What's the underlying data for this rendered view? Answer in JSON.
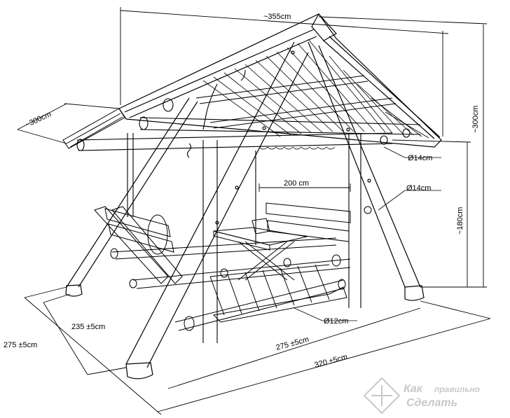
{
  "dimensions": {
    "roof_width": "~355cm",
    "roof_depth": "~300cm",
    "total_height": "~300cm",
    "post_height": "~180cm",
    "beam_diameter_top": "Ø14cm",
    "beam_diameter_leg": "Ø14cm",
    "seat_span": "200 cm",
    "floor_log_diameter": "Ø12cm",
    "base_depth_outer": "275 ±5cm",
    "base_depth_inner": "235 ±5cm",
    "base_length_inner": "275 ±5cm",
    "base_length_outer": "320 ±5cm"
  },
  "watermark": {
    "line1_a": "Как",
    "line1_b": "правильно",
    "line2": "Сделать"
  },
  "colors": {
    "line": "#000000",
    "watermark": "#c9c9c9"
  }
}
